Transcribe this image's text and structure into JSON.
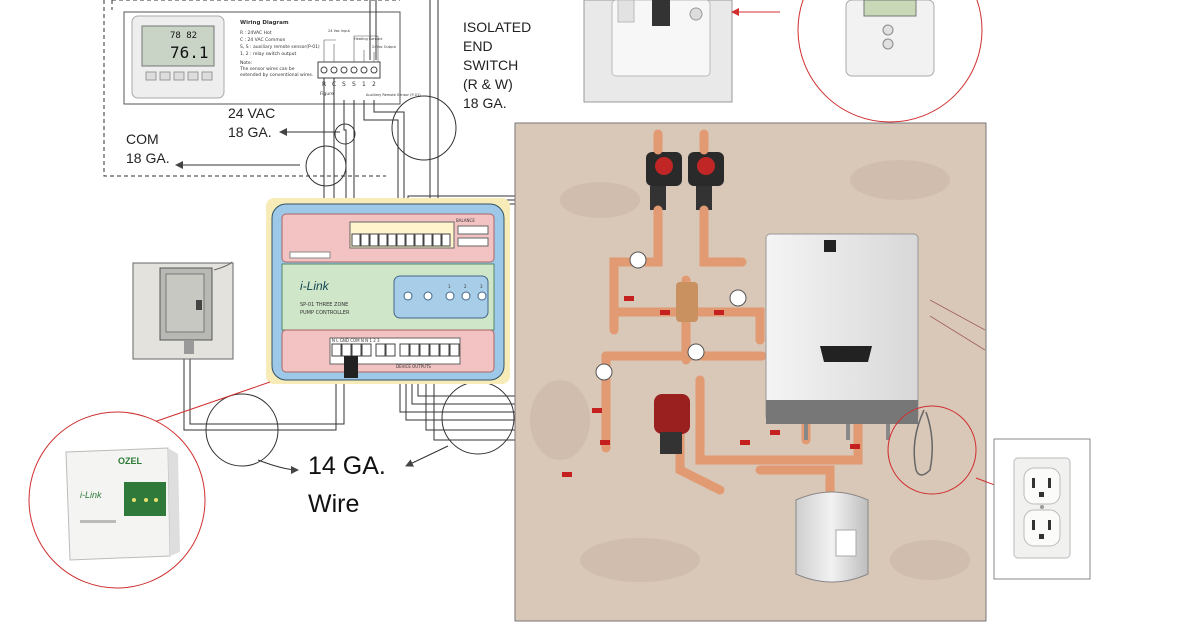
{
  "labels": {
    "vac": "24 VAC",
    "vac_gauge": "18 GA.",
    "com": "COM",
    "com_gauge": "18 GA.",
    "isolated_1": "ISOLATED",
    "isolated_2": "END",
    "isolated_3": "SWITCH",
    "isolated_4": "(R & W)",
    "isolated_5": "18 GA.",
    "wire_gauge": "14 GA.",
    "wire": "Wire"
  },
  "thermostat_panel": {
    "readout_top": "78 82",
    "readout_main": "76.1",
    "wiring_title": "Wiring Diagram",
    "wiring_lines": [
      "R : 24VAC Hot",
      "C : 24 VAC Common",
      "S, S : auxiliary remote sensor(P-01)",
      "1, 2 : relay switch output"
    ],
    "note_title": "Note:",
    "note_lines": [
      "The sensor wires can be",
      "extended by conventional wires."
    ],
    "terminal_letters": [
      "R",
      "C",
      "S",
      "S",
      "1",
      "2"
    ],
    "figure_label": "Figure",
    "col_labels": [
      "24 Vac Input",
      "Heating Contact",
      "24Vac Output",
      "Auxiliary Remote Sensor (P-01)"
    ]
  },
  "controller": {
    "brand": "i-Link",
    "model_line1": "SP-01 THREE ZONE",
    "model_line2": "PUMP CONTROLLER",
    "switch_label": "BALANCE",
    "button_labels": [
      "1",
      "2",
      "3"
    ],
    "bottom_terminals": "N  L  GND  COM  N  N  1  2  3",
    "bottom_caption": "DEVICE OUTPUTS"
  },
  "photo_controller": {
    "brand": "i-Link",
    "logo": "OZEL"
  },
  "colors": {
    "controller_blue": "#9ec8e8",
    "controller_pink": "#f3c2c2",
    "controller_green": "#cfe6c8",
    "board_bg": "#f7ecb8",
    "floor": "#d9c7b8",
    "copper": "#e19a72",
    "callout_red": "#d03030"
  }
}
